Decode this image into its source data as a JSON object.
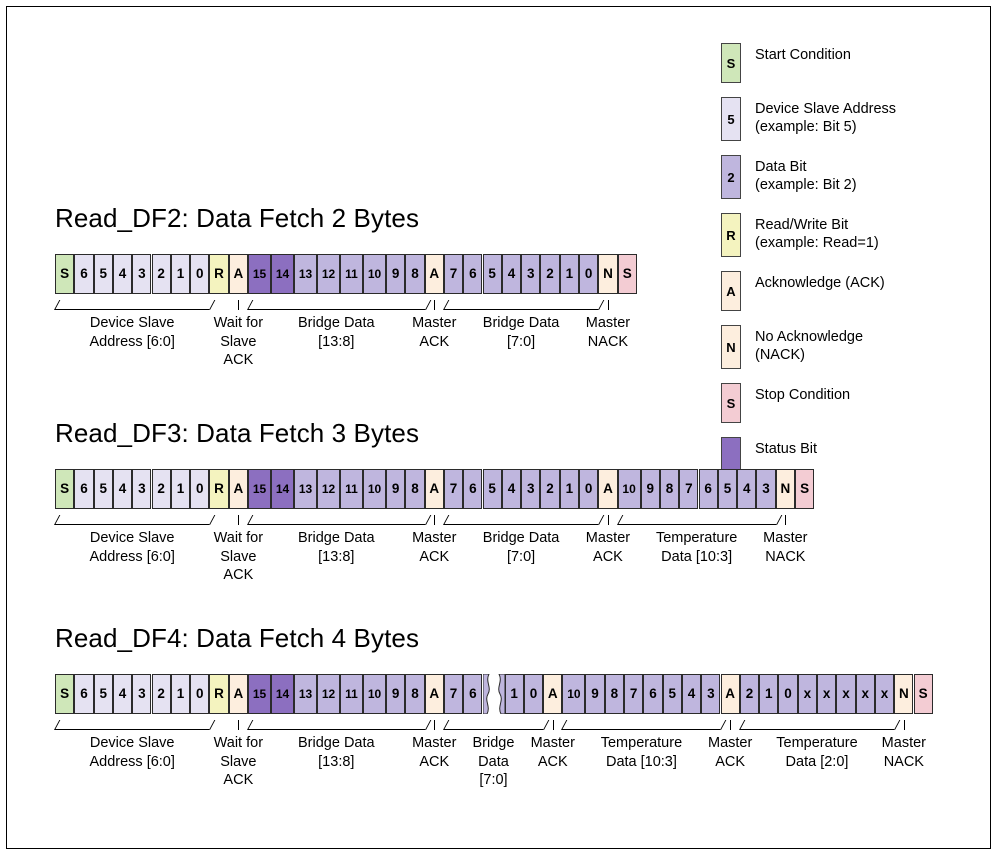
{
  "legend": {
    "items": [
      {
        "glyph": "S",
        "color": "#cfe7b9",
        "label": "Start Condition",
        "sub": "",
        "name": "start-condition"
      },
      {
        "glyph": "5",
        "color": "#e5e2f2",
        "label": "Device Slave Address",
        "sub": "(example: Bit 5)",
        "name": "device-slave-address"
      },
      {
        "glyph": "2",
        "color": "#bfb6de",
        "label": "Data Bit",
        "sub": "(example: Bit 2)",
        "name": "data-bit"
      },
      {
        "glyph": "R",
        "color": "#f4f3bf",
        "label": "Read/Write Bit",
        "sub": "(example: Read=1)",
        "name": "read-write-bit"
      },
      {
        "glyph": "A",
        "color": "#fdeede",
        "label": "Acknowledge (ACK)",
        "sub": "",
        "name": "acknowledge"
      },
      {
        "glyph": "N",
        "color": "#fdeede",
        "label": "No Acknowledge",
        "sub": "(NACK)",
        "name": "no-acknowledge"
      },
      {
        "glyph": "S",
        "color": "#f3ccd3",
        "label": "Stop Condition",
        "sub": "",
        "name": "stop-condition"
      },
      {
        "glyph": "",
        "color": "#8c6fc0",
        "label": "Status Bit",
        "sub": "",
        "name": "status-bit"
      }
    ]
  },
  "sections": [
    {
      "title": "Read_DF2: Data Fetch 2 Bytes",
      "cells": [
        {
          "t": "S",
          "k": "start"
        },
        {
          "t": "6",
          "k": "addr"
        },
        {
          "t": "5",
          "k": "addr"
        },
        {
          "t": "4",
          "k": "addr"
        },
        {
          "t": "3",
          "k": "addr"
        },
        {
          "t": "2",
          "k": "addr"
        },
        {
          "t": "1",
          "k": "addr"
        },
        {
          "t": "0",
          "k": "addr"
        },
        {
          "t": "R",
          "k": "rw"
        },
        {
          "t": "A",
          "k": "ack"
        },
        {
          "t": "15",
          "k": "status"
        },
        {
          "t": "14",
          "k": "status"
        },
        {
          "t": "13",
          "k": "data"
        },
        {
          "t": "12",
          "k": "data"
        },
        {
          "t": "11",
          "k": "data"
        },
        {
          "t": "10",
          "k": "data"
        },
        {
          "t": "9",
          "k": "data"
        },
        {
          "t": "8",
          "k": "data"
        },
        {
          "t": "A",
          "k": "ack"
        },
        {
          "t": "7",
          "k": "data"
        },
        {
          "t": "6",
          "k": "data"
        },
        {
          "t": "5",
          "k": "data"
        },
        {
          "t": "4",
          "k": "data"
        },
        {
          "t": "3",
          "k": "data"
        },
        {
          "t": "2",
          "k": "data"
        },
        {
          "t": "1",
          "k": "data"
        },
        {
          "t": "0",
          "k": "data"
        },
        {
          "t": "N",
          "k": "nack"
        },
        {
          "t": "S",
          "k": "stop"
        }
      ],
      "groups": [
        {
          "label": "Device Slave\nAddress [6:0]",
          "start": 0,
          "span": 8,
          "tick": false
        },
        {
          "label": "Wait for\nSlave ACK",
          "start": 9,
          "span": 1,
          "tick": true
        },
        {
          "label": "Bridge Data\n[13:8]",
          "start": 10,
          "span": 8,
          "tick": false
        },
        {
          "label": "Master\nACK",
          "start": 18,
          "span": 1,
          "tick": true
        },
        {
          "label": "Bridge Data\n[7:0]",
          "start": 19,
          "span": 8,
          "tick": false
        },
        {
          "label": "Master\nNACK",
          "start": 27,
          "span": 1,
          "tick": true
        }
      ]
    },
    {
      "title": "Read_DF3: Data Fetch 3 Bytes",
      "cells": [
        {
          "t": "S",
          "k": "start"
        },
        {
          "t": "6",
          "k": "addr"
        },
        {
          "t": "5",
          "k": "addr"
        },
        {
          "t": "4",
          "k": "addr"
        },
        {
          "t": "3",
          "k": "addr"
        },
        {
          "t": "2",
          "k": "addr"
        },
        {
          "t": "1",
          "k": "addr"
        },
        {
          "t": "0",
          "k": "addr"
        },
        {
          "t": "R",
          "k": "rw"
        },
        {
          "t": "A",
          "k": "ack"
        },
        {
          "t": "15",
          "k": "status"
        },
        {
          "t": "14",
          "k": "status"
        },
        {
          "t": "13",
          "k": "data"
        },
        {
          "t": "12",
          "k": "data"
        },
        {
          "t": "11",
          "k": "data"
        },
        {
          "t": "10",
          "k": "data"
        },
        {
          "t": "9",
          "k": "data"
        },
        {
          "t": "8",
          "k": "data"
        },
        {
          "t": "A",
          "k": "ack"
        },
        {
          "t": "7",
          "k": "data"
        },
        {
          "t": "6",
          "k": "data"
        },
        {
          "t": "5",
          "k": "data"
        },
        {
          "t": "4",
          "k": "data"
        },
        {
          "t": "3",
          "k": "data"
        },
        {
          "t": "2",
          "k": "data"
        },
        {
          "t": "1",
          "k": "data"
        },
        {
          "t": "0",
          "k": "data"
        },
        {
          "t": "A",
          "k": "ack"
        },
        {
          "t": "10",
          "k": "data"
        },
        {
          "t": "9",
          "k": "data"
        },
        {
          "t": "8",
          "k": "data"
        },
        {
          "t": "7",
          "k": "data"
        },
        {
          "t": "6",
          "k": "data"
        },
        {
          "t": "5",
          "k": "data"
        },
        {
          "t": "4",
          "k": "data"
        },
        {
          "t": "3",
          "k": "data"
        },
        {
          "t": "N",
          "k": "nack"
        },
        {
          "t": "S",
          "k": "stop"
        }
      ],
      "groups": [
        {
          "label": "Device Slave\nAddress [6:0]",
          "start": 0,
          "span": 8,
          "tick": false
        },
        {
          "label": "Wait for\nSlave ACK",
          "start": 9,
          "span": 1,
          "tick": true
        },
        {
          "label": "Bridge Data\n[13:8]",
          "start": 10,
          "span": 8,
          "tick": false
        },
        {
          "label": "Master\nACK",
          "start": 18,
          "span": 1,
          "tick": true
        },
        {
          "label": "Bridge Data\n[7:0]",
          "start": 19,
          "span": 8,
          "tick": false
        },
        {
          "label": "Master\nACK",
          "start": 27,
          "span": 1,
          "tick": true
        },
        {
          "label": "Temperature\nData [10:3]",
          "start": 28,
          "span": 8,
          "tick": false
        },
        {
          "label": "Master\nNACK",
          "start": 36,
          "span": 1,
          "tick": true
        }
      ]
    },
    {
      "title": "Read_DF4: Data Fetch 4 Bytes",
      "cells": [
        {
          "t": "S",
          "k": "start"
        },
        {
          "t": "6",
          "k": "addr"
        },
        {
          "t": "5",
          "k": "addr"
        },
        {
          "t": "4",
          "k": "addr"
        },
        {
          "t": "3",
          "k": "addr"
        },
        {
          "t": "2",
          "k": "addr"
        },
        {
          "t": "1",
          "k": "addr"
        },
        {
          "t": "0",
          "k": "addr"
        },
        {
          "t": "R",
          "k": "rw"
        },
        {
          "t": "A",
          "k": "ack"
        },
        {
          "t": "15",
          "k": "status"
        },
        {
          "t": "14",
          "k": "status"
        },
        {
          "t": "13",
          "k": "data"
        },
        {
          "t": "12",
          "k": "data"
        },
        {
          "t": "11",
          "k": "data"
        },
        {
          "t": "10",
          "k": "data"
        },
        {
          "t": "9",
          "k": "data"
        },
        {
          "t": "8",
          "k": "data"
        },
        {
          "t": "A",
          "k": "ack"
        },
        {
          "t": "7",
          "k": "data"
        },
        {
          "t": "6",
          "k": "data"
        },
        {
          "t": "",
          "k": "break"
        },
        {
          "t": "1",
          "k": "data"
        },
        {
          "t": "0",
          "k": "data"
        },
        {
          "t": "A",
          "k": "ack"
        },
        {
          "t": "10",
          "k": "data"
        },
        {
          "t": "9",
          "k": "data"
        },
        {
          "t": "8",
          "k": "data"
        },
        {
          "t": "7",
          "k": "data"
        },
        {
          "t": "6",
          "k": "data"
        },
        {
          "t": "5",
          "k": "data"
        },
        {
          "t": "4",
          "k": "data"
        },
        {
          "t": "3",
          "k": "data"
        },
        {
          "t": "A",
          "k": "ack"
        },
        {
          "t": "2",
          "k": "data"
        },
        {
          "t": "1",
          "k": "data"
        },
        {
          "t": "0",
          "k": "data"
        },
        {
          "t": "x",
          "k": "data"
        },
        {
          "t": "x",
          "k": "data"
        },
        {
          "t": "x",
          "k": "data"
        },
        {
          "t": "x",
          "k": "data"
        },
        {
          "t": "x",
          "k": "data"
        },
        {
          "t": "N",
          "k": "nack"
        },
        {
          "t": "S",
          "k": "stop"
        }
      ],
      "groups": [
        {
          "label": "Device Slave\nAddress [6:0]",
          "start": 0,
          "span": 8,
          "tick": false
        },
        {
          "label": "Wait for\nSlave ACK",
          "start": 9,
          "span": 1,
          "tick": true
        },
        {
          "label": "Bridge Data\n[13:8]",
          "start": 10,
          "span": 8,
          "tick": false
        },
        {
          "label": "Master\nACK",
          "start": 18,
          "span": 1,
          "tick": true
        },
        {
          "label": "Bridge\nData\n[7:0]",
          "start": 19,
          "span": 5,
          "tick": false
        },
        {
          "label": "Master\nACK",
          "start": 24,
          "span": 1,
          "tick": true
        },
        {
          "label": "Temperature\nData [10:3]",
          "start": 25,
          "span": 8,
          "tick": false
        },
        {
          "label": "Master\nACK",
          "start": 33,
          "span": 1,
          "tick": true
        },
        {
          "label": "Temperature\nData [2:0]",
          "start": 34,
          "span": 8,
          "tick": false
        },
        {
          "label": "Master\nNACK",
          "start": 42,
          "span": 1,
          "tick": true
        }
      ]
    }
  ]
}
